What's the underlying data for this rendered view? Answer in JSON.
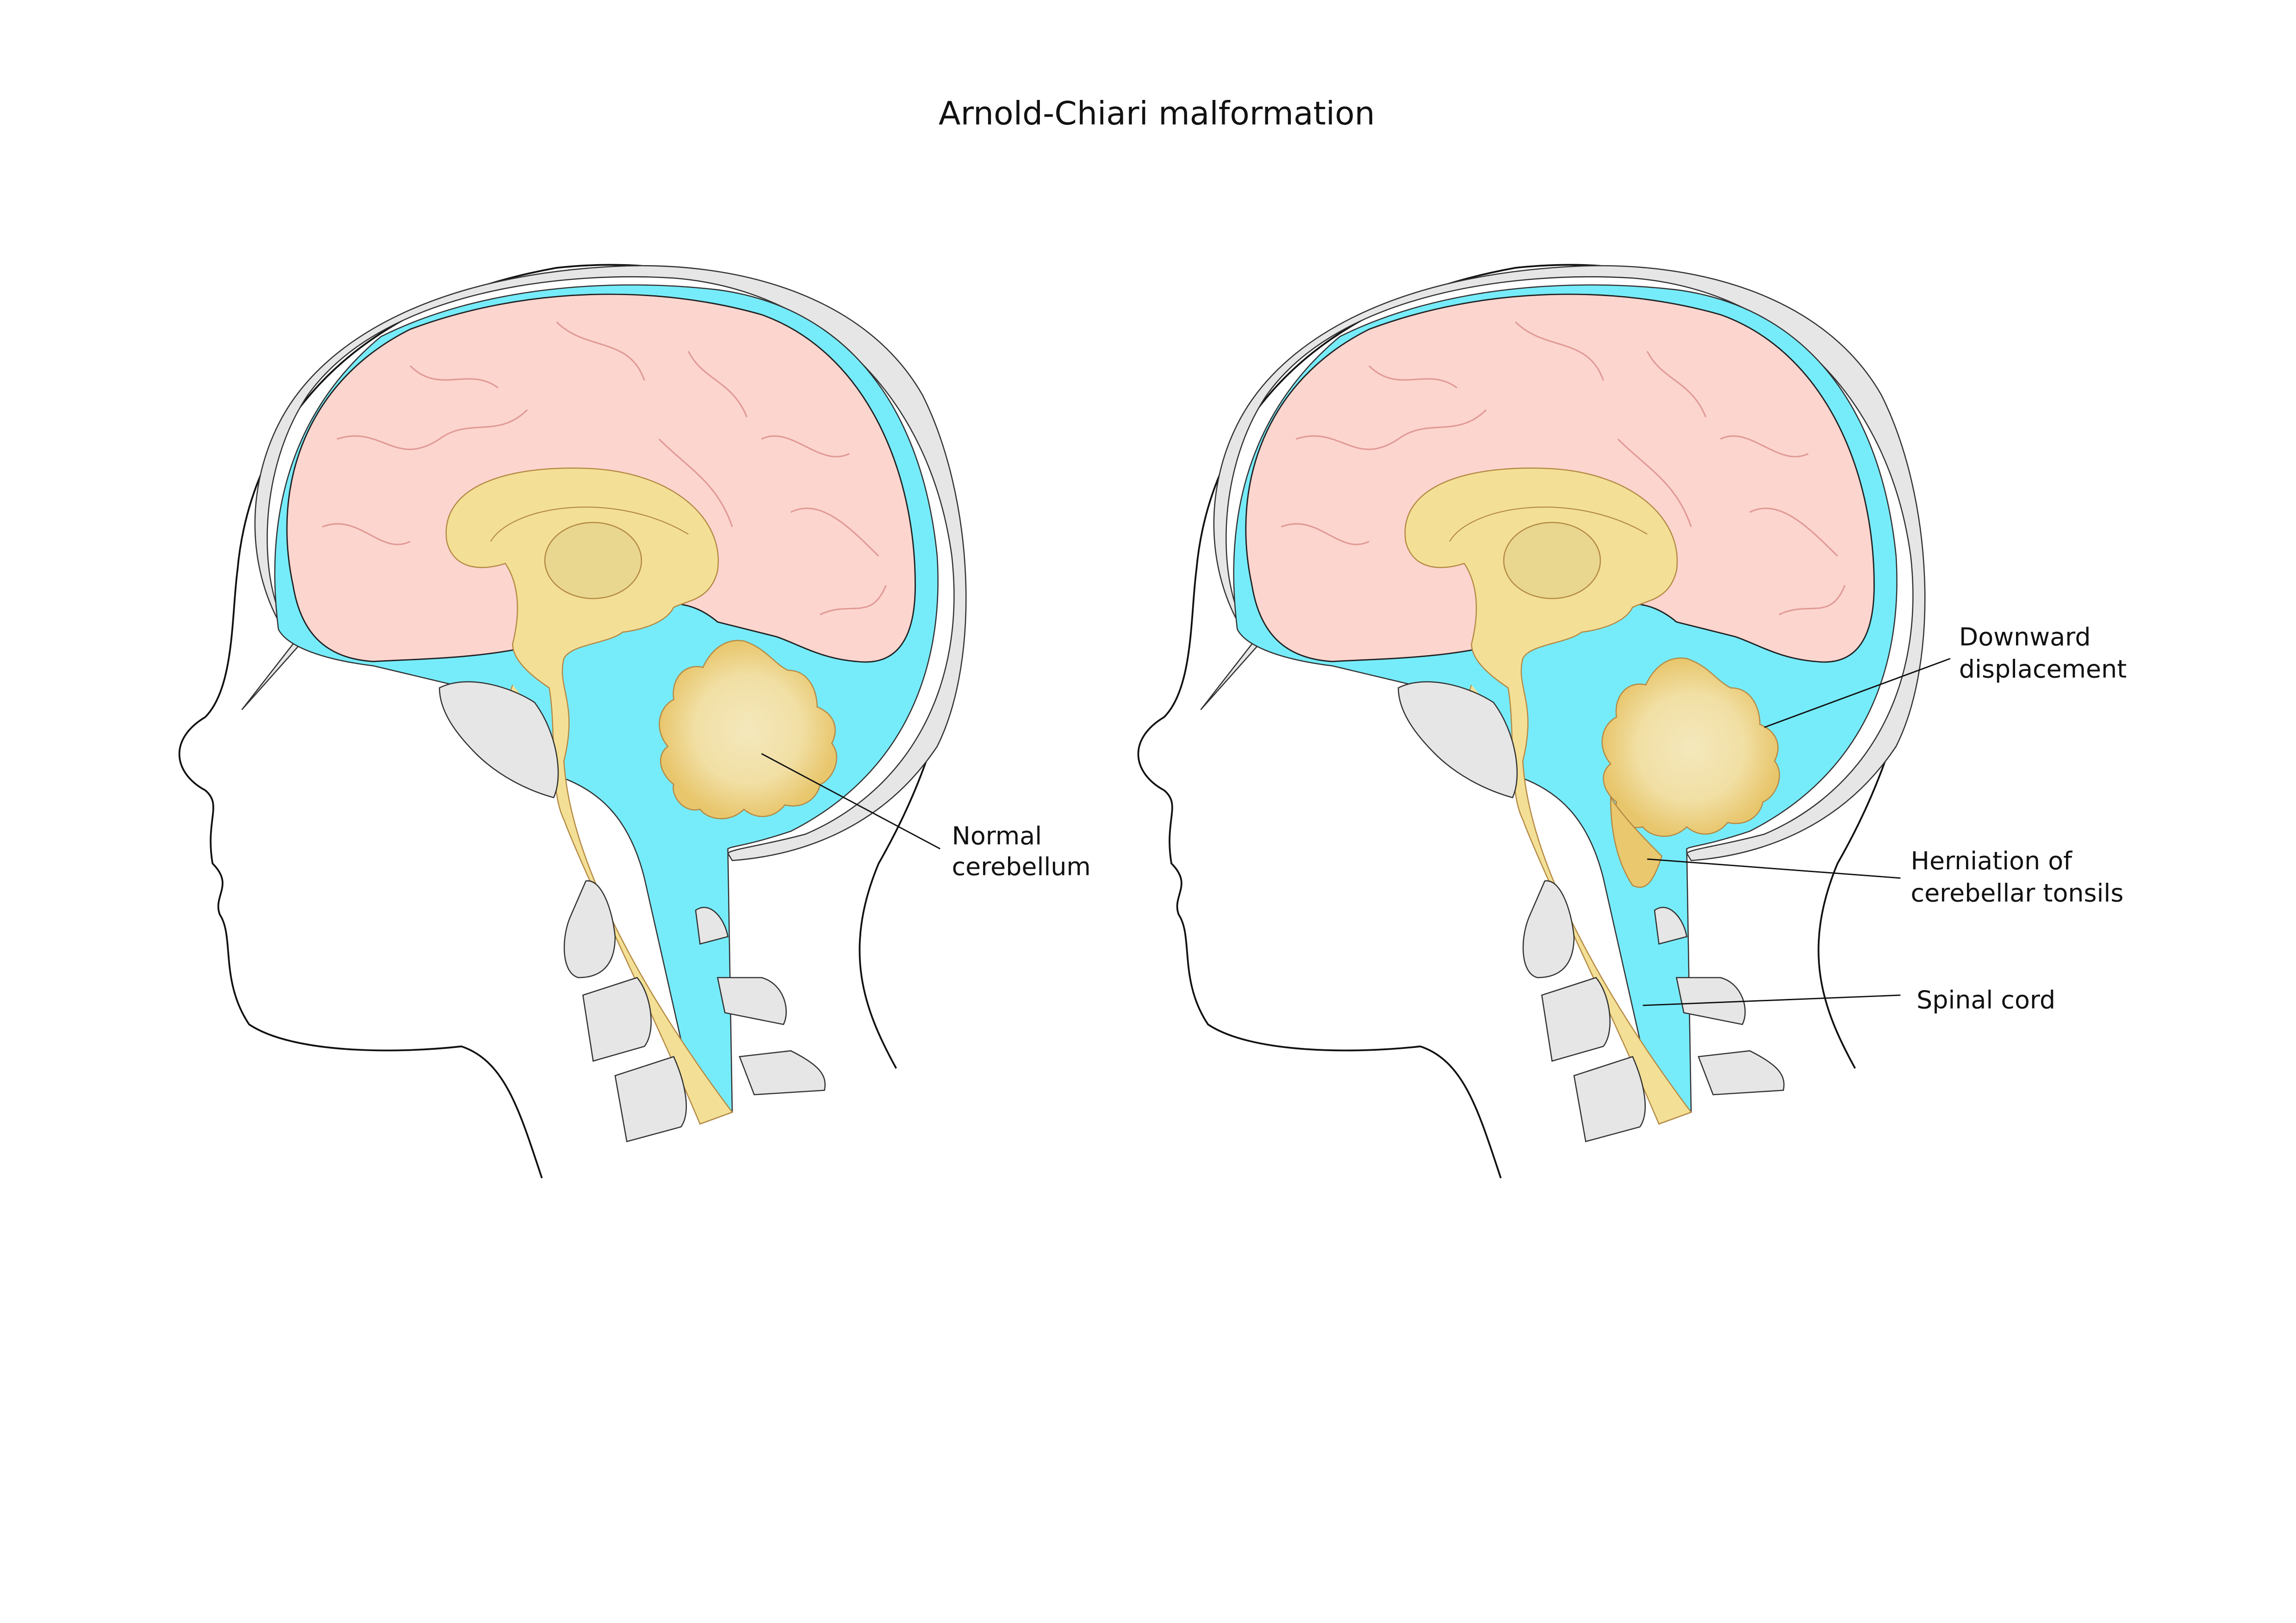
{
  "title": "Arnold-Chiari malformation",
  "left_panel": {
    "label_line1": "Normal",
    "label_line2": "cerebellum"
  },
  "right_panel": {
    "labels": [
      {
        "line1": "Downward",
        "line2": "displacement"
      },
      {
        "line1": "Herniation of",
        "line2": "cerebellar tonsils"
      },
      {
        "line1": "Spinal cord",
        "line2": ""
      }
    ]
  },
  "colors": {
    "brain": "#fdd5cf",
    "csf": "#76ecfb",
    "brainstem": "#f3e096",
    "cerebellum": "#e9c86e",
    "bone": "#e6e6e6"
  }
}
